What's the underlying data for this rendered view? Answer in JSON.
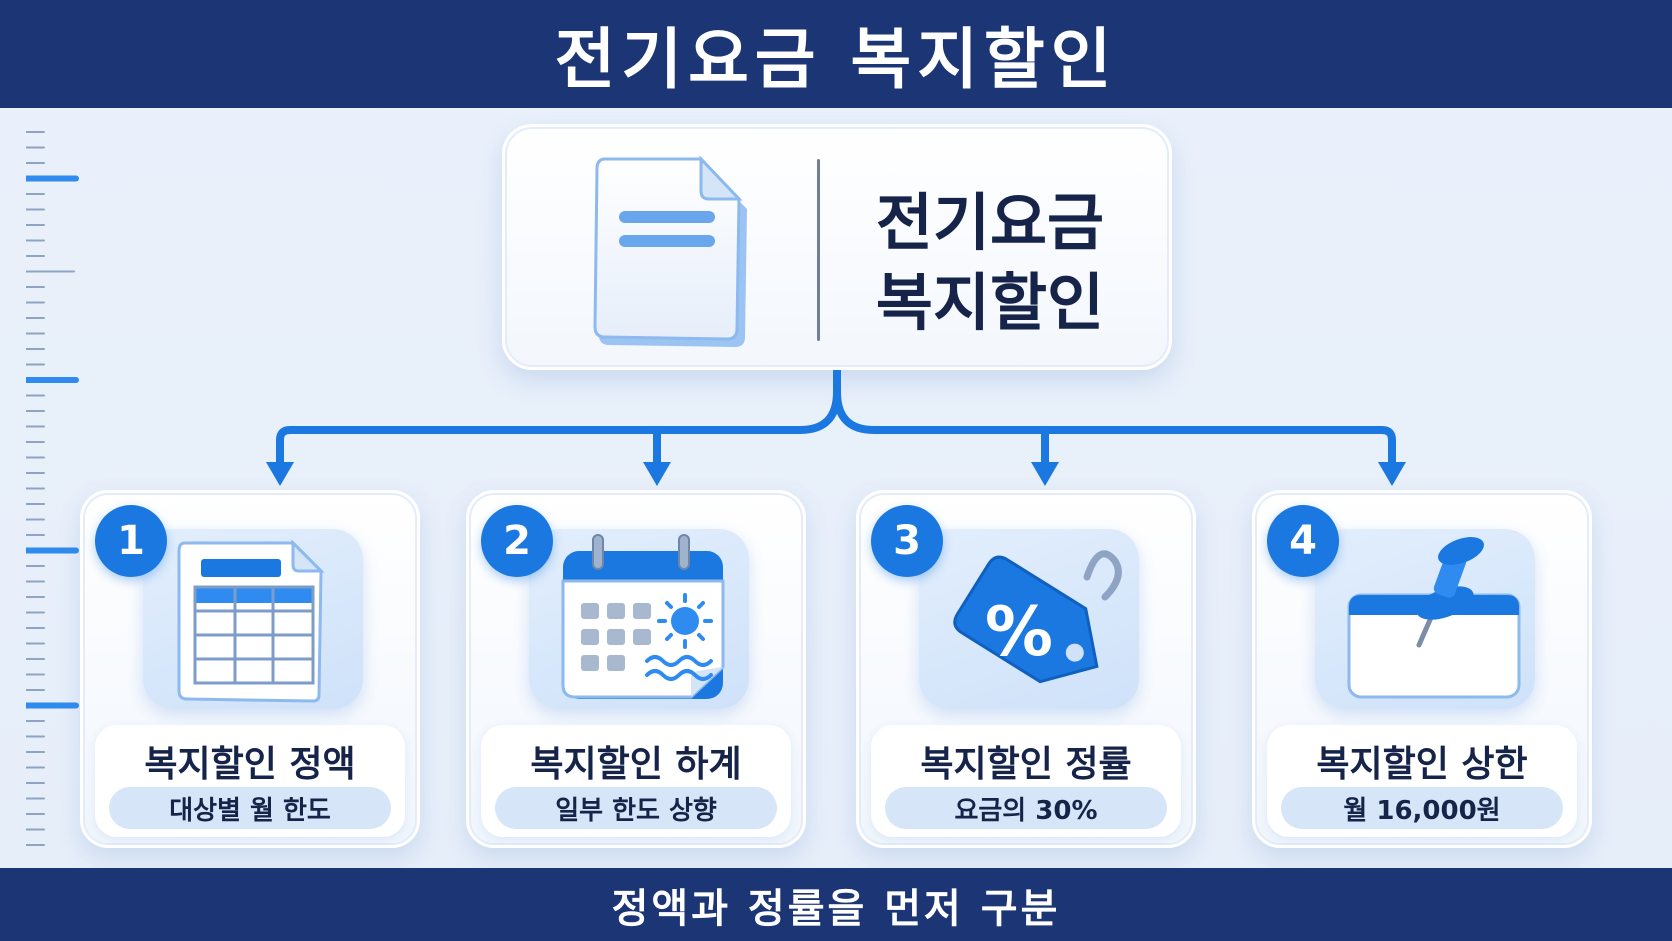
{
  "header": {
    "title": "전기요금 복지할인"
  },
  "head_card": {
    "line1": "전기요금",
    "line2": "복지할인",
    "icon": "document-icon"
  },
  "items": [
    {
      "number": "1",
      "title": "복지할인 정액",
      "detail": "대상별 월 한도",
      "icon": "spreadsheet-icon"
    },
    {
      "number": "2",
      "title": "복지할인 하계",
      "detail": "일부 한도 상향",
      "icon": "summer-calendar-icon"
    },
    {
      "number": "3",
      "title": "복지할인 정률",
      "detail": "요금의 30%",
      "icon": "percent-tag-icon"
    },
    {
      "number": "4",
      "title": "복지할인 상한",
      "detail": "월 16,000원",
      "icon": "pinned-card-icon"
    }
  ],
  "footer": {
    "text": "정액과 정률을 먼저 구분"
  },
  "colors": {
    "navy": "#1c3575",
    "accent": "#1a78e0",
    "background": "#e8f0fa"
  }
}
